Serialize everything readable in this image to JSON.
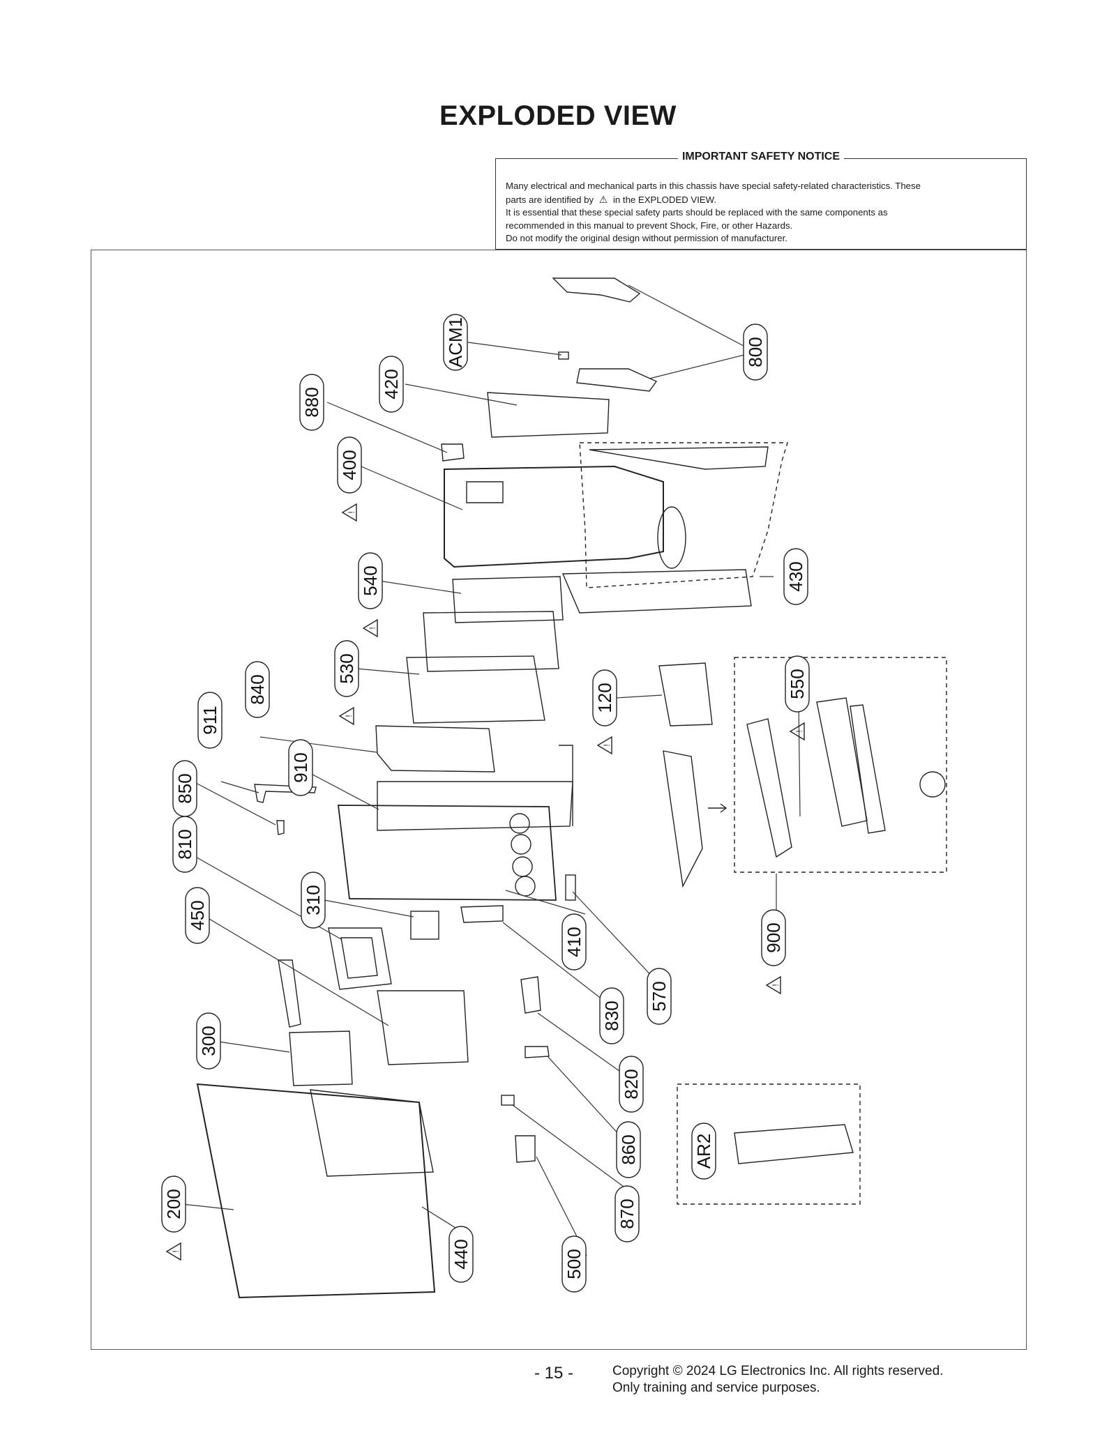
{
  "page": {
    "title": "EXPLODED VIEW",
    "page_number": "- 15 -",
    "copyright_line1": "Copyright © 2024 LG Electronics Inc. All rights reserved.",
    "copyright_line2": "Only training and service purposes."
  },
  "safety_notice": {
    "title": "IMPORTANT SAFETY NOTICE",
    "line1": "Many electrical and mechanical parts in this chassis have special safety-related characteristics. These",
    "line2_before": "parts are identified by",
    "line2_after": "in the EXPLODED VIEW.",
    "line3": "It is essential that these special safety parts should be replaced with the same components as",
    "line4": "recommended in this manual to prevent Shock, Fire, or other Hazards.",
    "line5": "Do not modify the original design without permission of manufacturer."
  },
  "part_labels": {
    "p800": "800",
    "pACM1": "ACM1",
    "p420": "420",
    "p880": "880",
    "p400": "400",
    "p430": "430",
    "p540": "540",
    "p530": "530",
    "p840": "840",
    "p911": "911",
    "p910": "910",
    "p850": "850",
    "p810": "810",
    "p310": "310",
    "p450": "450",
    "p120": "120",
    "p550": "550",
    "p900": "900",
    "p410": "410",
    "p570": "570",
    "p830": "830",
    "p820": "820",
    "p300": "300",
    "p860": "860",
    "p870": "870",
    "p500": "500",
    "p440": "440",
    "p200": "200",
    "pAR2": "AR2"
  },
  "icons": {
    "safety_mark": "warning-triangle-icon"
  }
}
